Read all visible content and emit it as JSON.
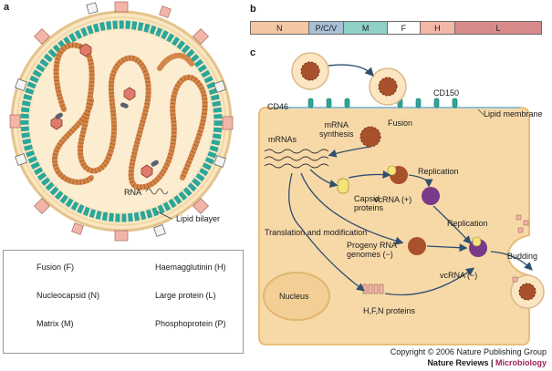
{
  "panels": {
    "a": "a",
    "b": "b",
    "c": "c"
  },
  "virion": {
    "rna_label": "RNA",
    "lipid_bilayer_label": "Lipid bilayer"
  },
  "legend": {
    "fusion": "Fusion (F)",
    "haemagglutinin": "Haemagglutinin (H)",
    "nucleocapsid": "Nucleocapsid (N)",
    "large_protein": "Large protein (L)",
    "matrix": "Matrix (M)",
    "phosphoprotein": "Phosphoprotein (P)"
  },
  "genome": {
    "segments": [
      {
        "label": "N",
        "color": "#f4c7a4",
        "share": 0.2
      },
      {
        "label": "P/C/V",
        "color": "#a9bfd6",
        "share": 0.12
      },
      {
        "label": "M",
        "color": "#8fd1c6",
        "share": 0.15
      },
      {
        "label": "F",
        "color": "#ffffff",
        "share": 0.11
      },
      {
        "label": "H",
        "color": "#f3b7a7",
        "share": 0.12
      },
      {
        "label": "L",
        "color": "#d98a8a",
        "share": 0.3
      }
    ]
  },
  "cycle": {
    "cd46": "CD46",
    "cd150": "CD150",
    "lipid_membrane": "Lipid membrane",
    "fusion": "Fusion",
    "mrna_synthesis": "mRNA\nsynthesis",
    "mrnas": "mRNAs",
    "capsid_proteins": "Capsid\nproteins",
    "replication_1": "Replication",
    "vcrna_plus": "vcRNA (+)",
    "replication_2": "Replication",
    "translation": "Translation and modification",
    "progeny": "Progeny RNA\ngenomes (−)",
    "vcrna_minus": "vcRNA (−)",
    "budding": "Budding",
    "nucleus": "Nucleus",
    "hfn": "H,F,N proteins"
  },
  "colors": {
    "cell": "#f7d9a8",
    "cell_edge": "#e8bd7b",
    "nucleocapsid": "#d4874a",
    "matrix": "#2aa79b",
    "virion_fill": "#fbe6c1",
    "arrow": "#2f4f6f"
  },
  "credit": {
    "copyright": "Copyright © 2006 Nature Publishing Group",
    "journal": "Nature Reviews",
    "separator": " | ",
    "section": "Microbiology"
  }
}
